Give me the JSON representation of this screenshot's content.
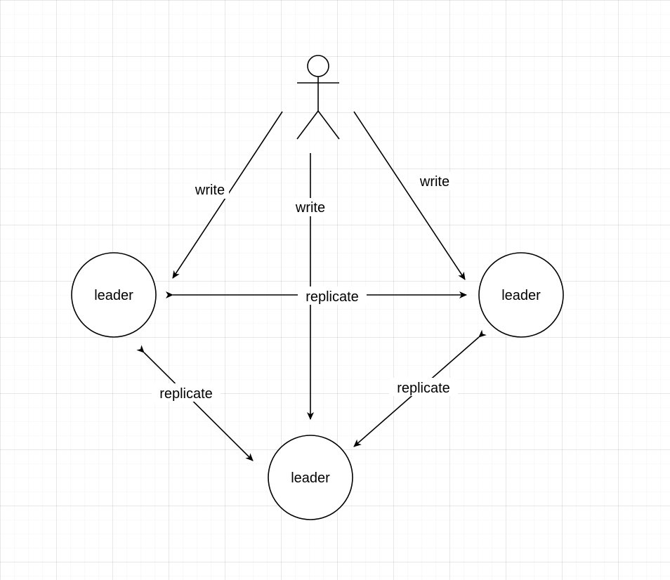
{
  "colors": {
    "stroke": "#000000",
    "background": "#ffffff"
  },
  "actor": {
    "icon": "stick-figure-actor-icon"
  },
  "nodes": [
    {
      "id": "left",
      "label": "leader"
    },
    {
      "id": "right",
      "label": "leader"
    },
    {
      "id": "bottom",
      "label": "leader"
    }
  ],
  "edges": [
    {
      "id": "write-left",
      "from": "actor",
      "to": "left",
      "label": "write",
      "bidirectional": false
    },
    {
      "id": "write-center",
      "from": "actor",
      "to": "bottom",
      "label": "write",
      "bidirectional": false
    },
    {
      "id": "write-right",
      "from": "actor",
      "to": "right",
      "label": "write",
      "bidirectional": false
    },
    {
      "id": "replicate-top",
      "from": "left",
      "to": "right",
      "label": "replicate",
      "bidirectional": true
    },
    {
      "id": "replicate-left",
      "from": "left",
      "to": "bottom",
      "label": "replicate",
      "bidirectional": true
    },
    {
      "id": "replicate-right",
      "from": "right",
      "to": "bottom",
      "label": "replicate",
      "bidirectional": true
    }
  ]
}
